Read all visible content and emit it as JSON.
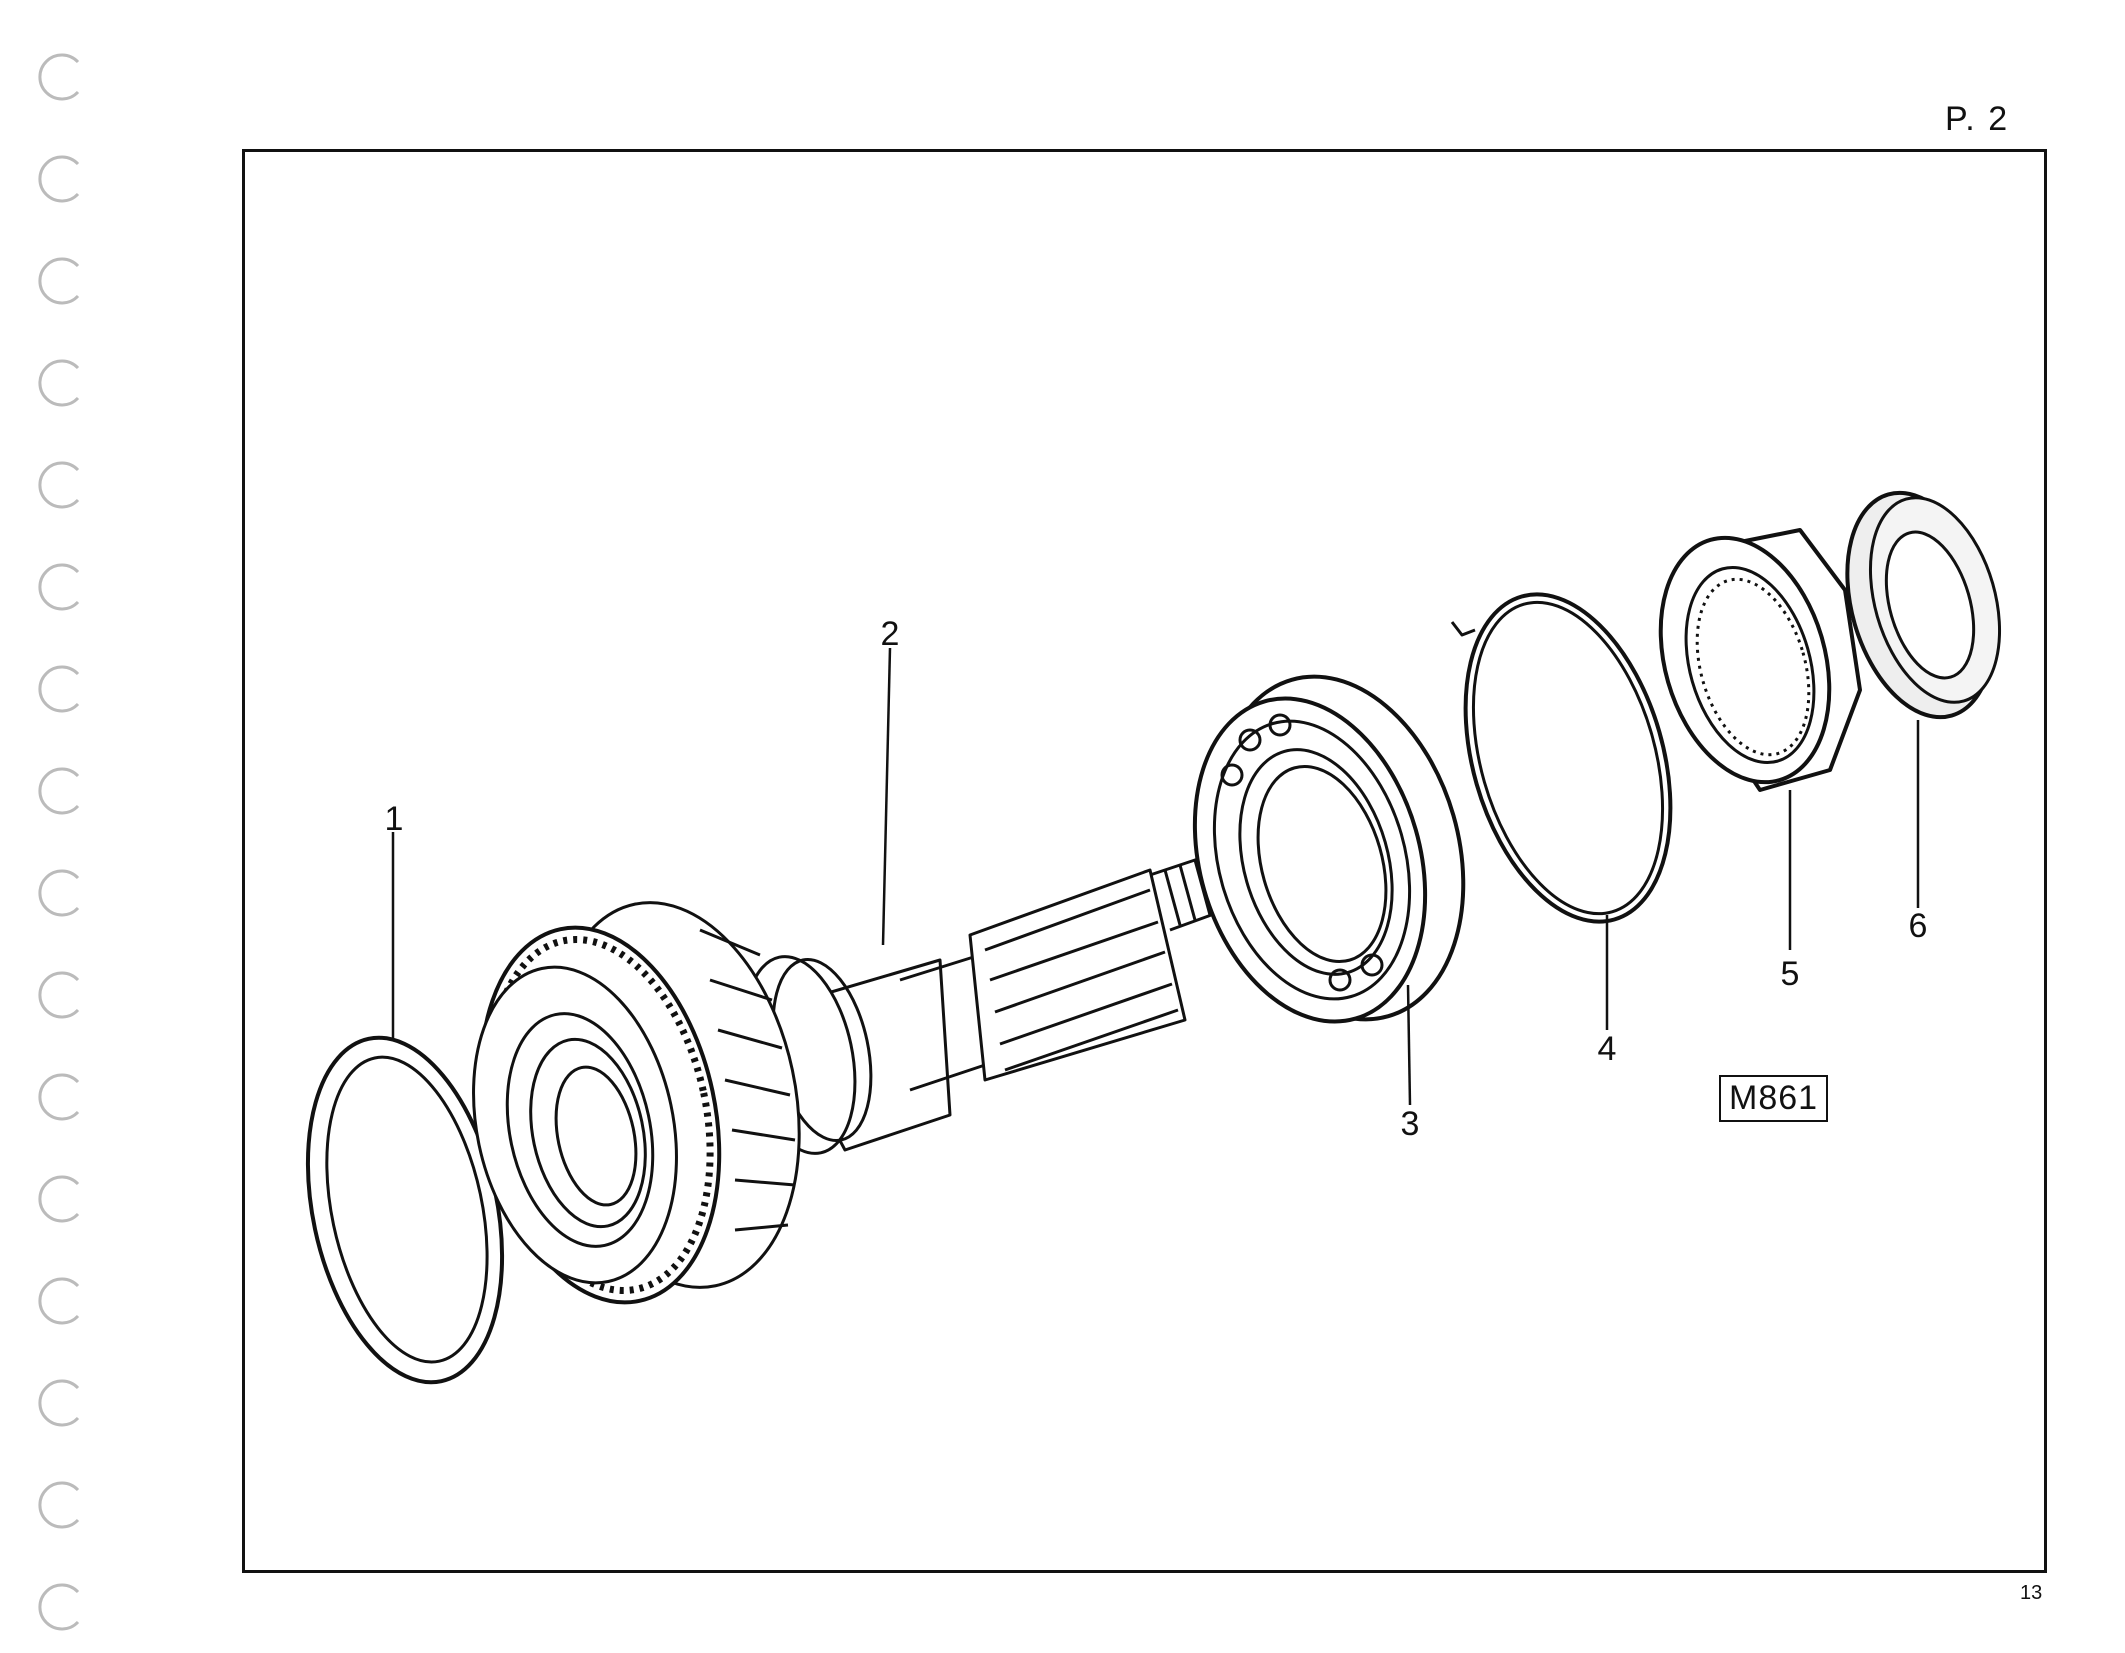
{
  "page_ref": "P. 2",
  "figure_code": "M861",
  "page_number": "13",
  "callouts": [
    {
      "id": "1",
      "label": "1"
    },
    {
      "id": "2",
      "label": "2"
    },
    {
      "id": "3",
      "label": "3"
    },
    {
      "id": "4",
      "label": "4"
    },
    {
      "id": "5",
      "label": "5"
    },
    {
      "id": "6",
      "label": "6"
    }
  ],
  "colors": {
    "ink": "#111111",
    "paper": "#ffffff",
    "hole": "#bbbbbb"
  }
}
